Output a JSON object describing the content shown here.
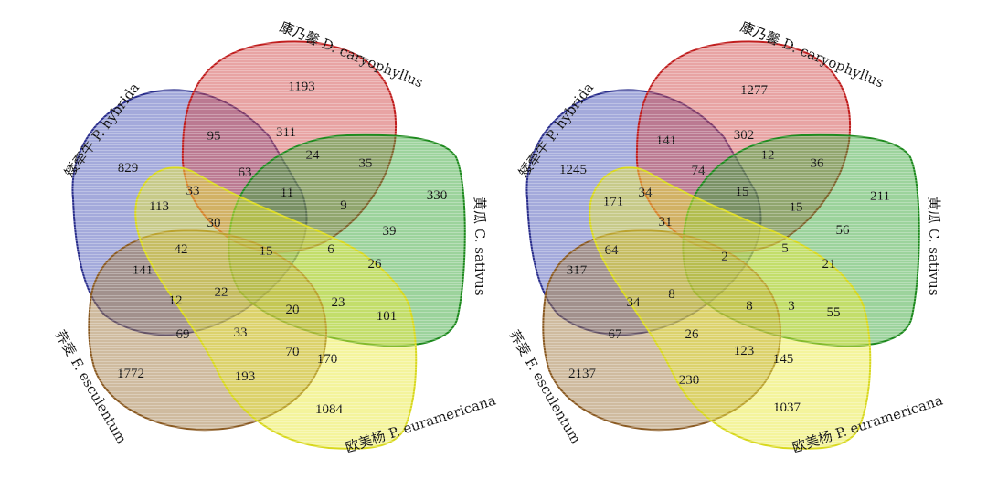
{
  "diagrams": [
    {
      "labels": {
        "p_hybrida": "矮牵牛 P. hybrida",
        "d_caryophyllus": "康乃馨 D. caryophyllus",
        "c_sativus": "黄瓜 C. sativus",
        "f_esculentum": "荞麦 F. esculentum",
        "p_euramericana": "欧美杨 P. euramericana"
      },
      "counts": {
        "ph_only": "829",
        "dc_only": "1193",
        "cs_only": "330",
        "fe_only": "1772",
        "pe_only": "1084",
        "r95": "95",
        "r311": "311",
        "r24": "24",
        "r35": "35",
        "r63": "63",
        "r33a": "33",
        "r113": "113",
        "r11": "11",
        "r9": "9",
        "r39": "39",
        "r30": "30",
        "r42": "42",
        "r15": "15",
        "r6": "6",
        "r26": "26",
        "r141": "141",
        "r12": "12",
        "r22": "22",
        "r20": "20",
        "r23": "23",
        "r101": "101",
        "r69": "69",
        "r33b": "33",
        "r70": "70",
        "r170": "170",
        "r193": "193"
      }
    },
    {
      "labels": {
        "p_hybrida": "矮牵牛 P. hybrida",
        "d_caryophyllus": "康乃馨 D. caryophyllus",
        "c_sativus": "黄瓜 C. sativus",
        "f_esculentum": "荞麦 F. esculentum",
        "p_euramericana": "欧美杨 P. euramericana"
      },
      "counts": {
        "ph_only": "1245",
        "dc_only": "1277",
        "cs_only": "211",
        "fe_only": "2137",
        "pe_only": "1037",
        "r95": "141",
        "r311": "302",
        "r24": "12",
        "r35": "36",
        "r63": "74",
        "r33a": "34",
        "r113": "171",
        "r11": "15",
        "r9": "15",
        "r39": "56",
        "r30": "31",
        "r42": "64",
        "r15": "2",
        "r6": "5",
        "r26": "21",
        "r141": "317",
        "r12": "34",
        "r22": "8",
        "r20": "8",
        "r23": "3",
        "r101": "55",
        "r69": "67",
        "r33b": "26",
        "r70": "123",
        "r170": "145",
        "r193": "230"
      }
    }
  ],
  "colors": {
    "p_hybrida_fill": "#4a55b8",
    "p_hybrida_stroke": "#2a2e8c",
    "d_caryophyllus_fill": "#d24a4a",
    "d_caryophyllus_stroke": "#c01e1e",
    "c_sativus_fill": "#3aa83a",
    "c_sativus_stroke": "#1e8a1e",
    "f_esculentum_fill": "#a07840",
    "f_esculentum_stroke": "#8a5a22",
    "p_euramericana_fill": "#eaea3a",
    "p_euramericana_stroke": "#d8d81e"
  }
}
